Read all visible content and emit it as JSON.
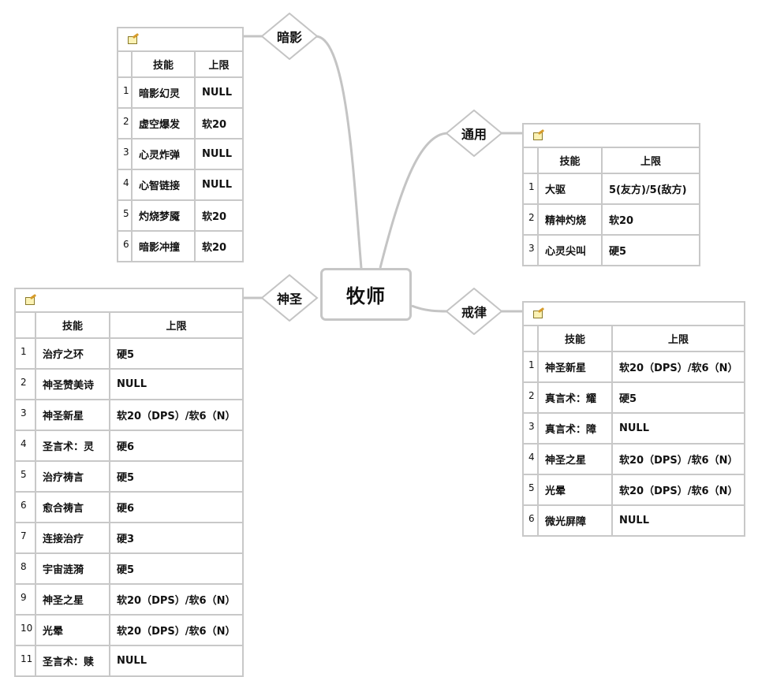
{
  "center": {
    "label": "牧师"
  },
  "branches": [
    {
      "id": "shadow",
      "label": "暗影",
      "header": {
        "skill": "技能",
        "limit": "上限"
      },
      "rows": [
        {
          "num": "1",
          "skill": "暗影幻灵",
          "limit": "NULL"
        },
        {
          "num": "2",
          "skill": "虚空爆发",
          "limit": "软20"
        },
        {
          "num": "3",
          "skill": "心灵炸弹",
          "limit": "NULL"
        },
        {
          "num": "4",
          "skill": "心智链接",
          "limit": "NULL"
        },
        {
          "num": "5",
          "skill": "灼烧梦魇",
          "limit": "软20"
        },
        {
          "num": "6",
          "skill": "暗影冲撞",
          "limit": "软20"
        }
      ]
    },
    {
      "id": "general",
      "label": "通用",
      "header": {
        "skill": "技能",
        "limit": "上限"
      },
      "rows": [
        {
          "num": "1",
          "skill": "大驱",
          "limit": "5(友方)/5(敌方)"
        },
        {
          "num": "2",
          "skill": "精神灼烧",
          "limit": "软20"
        },
        {
          "num": "3",
          "skill": "心灵尖叫",
          "limit": "硬5"
        }
      ]
    },
    {
      "id": "holy",
      "label": "神圣",
      "header": {
        "skill": "技能",
        "limit": "上限"
      },
      "rows": [
        {
          "num": "1",
          "skill": "治疗之环",
          "limit": "硬5"
        },
        {
          "num": "2",
          "skill": "神圣赞美诗",
          "limit": "NULL"
        },
        {
          "num": "3",
          "skill": "神圣新星",
          "limit": "软20（DPS）/软6（N）"
        },
        {
          "num": "4",
          "skill": "圣言术：灵",
          "limit": "硬6"
        },
        {
          "num": "5",
          "skill": "治疗祷言",
          "limit": "硬5"
        },
        {
          "num": "6",
          "skill": "愈合祷言",
          "limit": "硬6"
        },
        {
          "num": "7",
          "skill": "连接治疗",
          "limit": "硬3"
        },
        {
          "num": "8",
          "skill": "宇宙涟漪",
          "limit": "硬5"
        },
        {
          "num": "9",
          "skill": "神圣之星",
          "limit": "软20（DPS）/软6（N）"
        },
        {
          "num": "10",
          "skill": "光晕",
          "limit": "软20（DPS）/软6（N）"
        },
        {
          "num": "11",
          "skill": "圣言术：赎",
          "limit": "NULL"
        }
      ]
    },
    {
      "id": "discipline",
      "label": "戒律",
      "header": {
        "skill": "技能",
        "limit": "上限"
      },
      "rows": [
        {
          "num": "1",
          "skill": "神圣新星",
          "limit": "软20（DPS）/软6（N）"
        },
        {
          "num": "2",
          "skill": "真言术：耀",
          "limit": "硬5"
        },
        {
          "num": "3",
          "skill": "真言术：障",
          "limit": "NULL"
        },
        {
          "num": "4",
          "skill": "神圣之星",
          "limit": "软20（DPS）/软6（N）"
        },
        {
          "num": "5",
          "skill": "光晕",
          "limit": "软20（DPS）/软6（N）"
        },
        {
          "num": "6",
          "skill": "微光屏障",
          "limit": "NULL"
        }
      ]
    }
  ]
}
